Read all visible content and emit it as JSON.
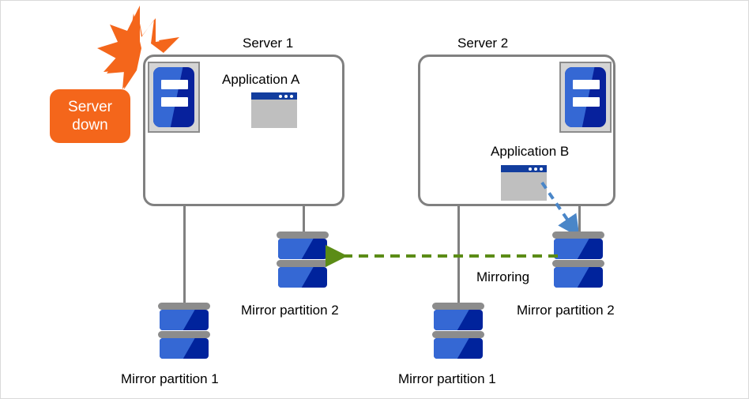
{
  "diagram": {
    "title_server1": "Server 1",
    "title_server2": "Server 2",
    "status_badge": {
      "line1": "Server",
      "line2": "down",
      "color": "#f4661b",
      "icon": "burst-icon"
    },
    "server1": {
      "app_label": "Application  A",
      "disks": [
        {
          "label": "Mirror partition 1"
        },
        {
          "label": "Mirror partition 2"
        }
      ]
    },
    "server2": {
      "app_label": "Application  B",
      "disks": [
        {
          "label": "Mirror partition 1"
        },
        {
          "label": "Mirror partition 2"
        }
      ]
    },
    "mirroring_label": "Mirroring",
    "colors": {
      "mirror_arrow": "#5b8c16",
      "io_arrow": "#4a86c8",
      "enclosure_border": "#808080",
      "disk_dark": "#00239c",
      "disk_light": "#3568d4",
      "app_titlebar": "#123d9e",
      "app_body": "#bfbfbf",
      "server_frame": "#d4d4d4"
    }
  }
}
